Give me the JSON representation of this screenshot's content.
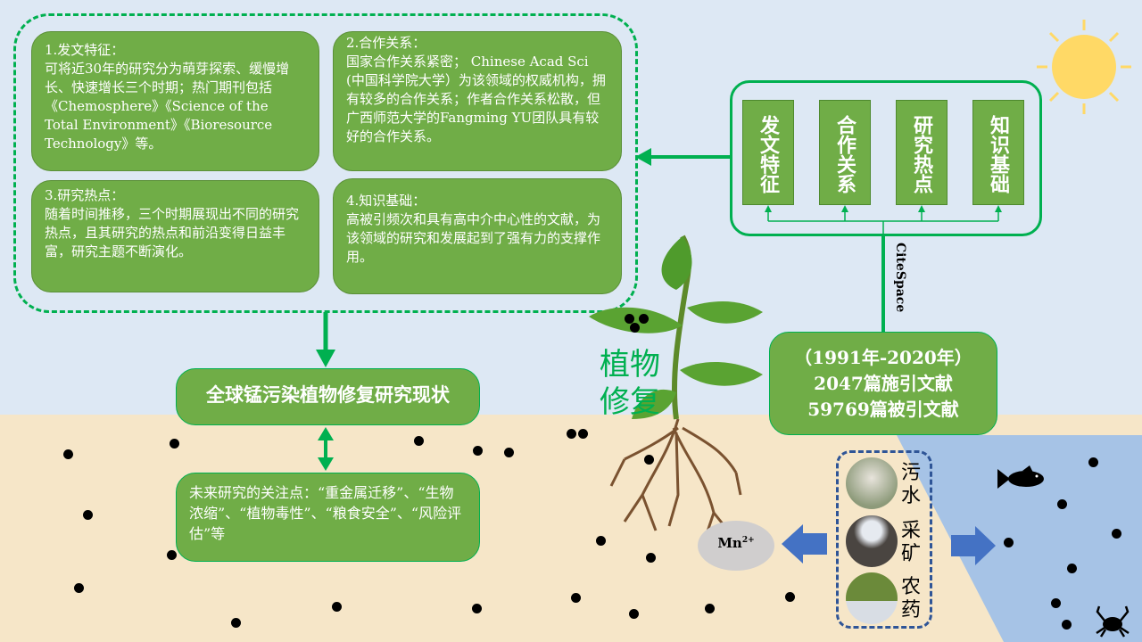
{
  "findings": [
    {
      "title": "1.发文特征：",
      "body": "可将近30年的研究分为萌芽探索、缓慢增长、快速增长三个时期；热门期刊包括《Chemosphere》《Science of the Total Environment》《Bioresource Technology》等。"
    },
    {
      "title": "2.合作关系：",
      "body": "国家合作关系紧密； Chinese Acad Sci (中国科学院大学）为该领域的权威机构，拥有较多的合作关系；作者合作关系松散，但广西师范大学的Fangming YU团队具有较好的合作关系。"
    },
    {
      "title": "3.研究热点：",
      "body": "随着时间推移，三个时期展现出不同的研究热点，且其研究的热点和前沿变得日益丰富，研究主题不断演化。"
    },
    {
      "title": "4.知识基础：",
      "body": "高被引频次和具有高中介中心性的文献，为该领域的研究和发展起到了强有力的支撑作用。"
    }
  ],
  "analysis_categories": [
    "发文特征",
    "合作关系",
    "研究热点",
    "知识基础"
  ],
  "tool_label": "CiteSpace",
  "stats": {
    "period": "（1991年-2020年）",
    "citing": "2047篇施引文献",
    "cited": "59769篇被引文献"
  },
  "main_title": "全球锰污染植物修复研究现状",
  "future": "未来研究的关注点：“重金属迁移”、“生物浓缩”、“植物毒性”、“粮食安全”、“风险评估”等",
  "plant_label_1": "植物",
  "plant_label_2": "修复",
  "mn_label": "Mn",
  "mn_charge": "2+",
  "sources": [
    "污水",
    "采矿",
    "农药"
  ],
  "colors": {
    "green": "#70ad47",
    "accent": "#00b050",
    "sky": "#dde8f4",
    "soil": "#f6e6c8",
    "water": "#a6c3e6",
    "arrow": "#4472c4"
  }
}
